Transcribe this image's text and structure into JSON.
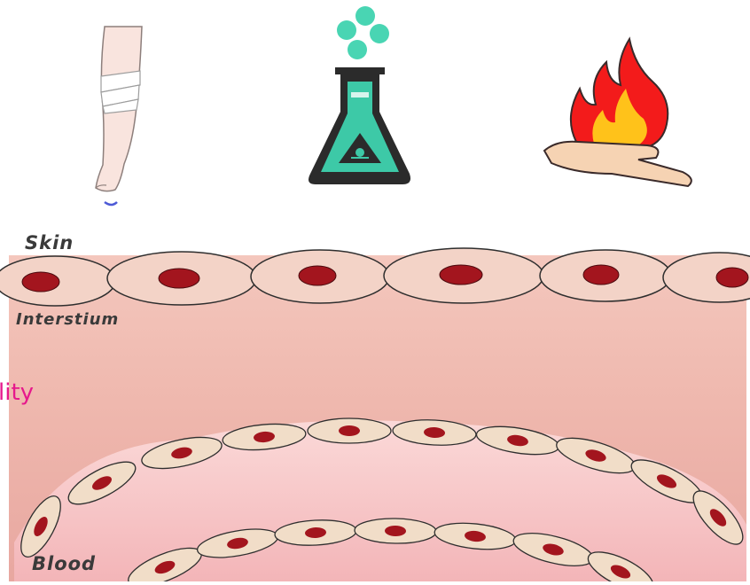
{
  "labels": {
    "skin": "Skin",
    "interstitium": "Interstium",
    "blood": "Blood",
    "side_text": "lity"
  },
  "icons": [
    "injured-leg-icon",
    "chemical-flask-icon",
    "hand-fire-icon"
  ],
  "colors": {
    "skin_cells": "#f3d3c7",
    "cell_nucleus": "#a3151e",
    "interstitium": "#f0bcb3",
    "blood_lumen": "#f7c7c9",
    "endothelial_cells": "#f1ddc8",
    "flask_liquid": "#3dc9a7",
    "fire_red": "#f31b1b",
    "fire_yellow": "#ffc21a",
    "side_text": "#e6198c"
  }
}
